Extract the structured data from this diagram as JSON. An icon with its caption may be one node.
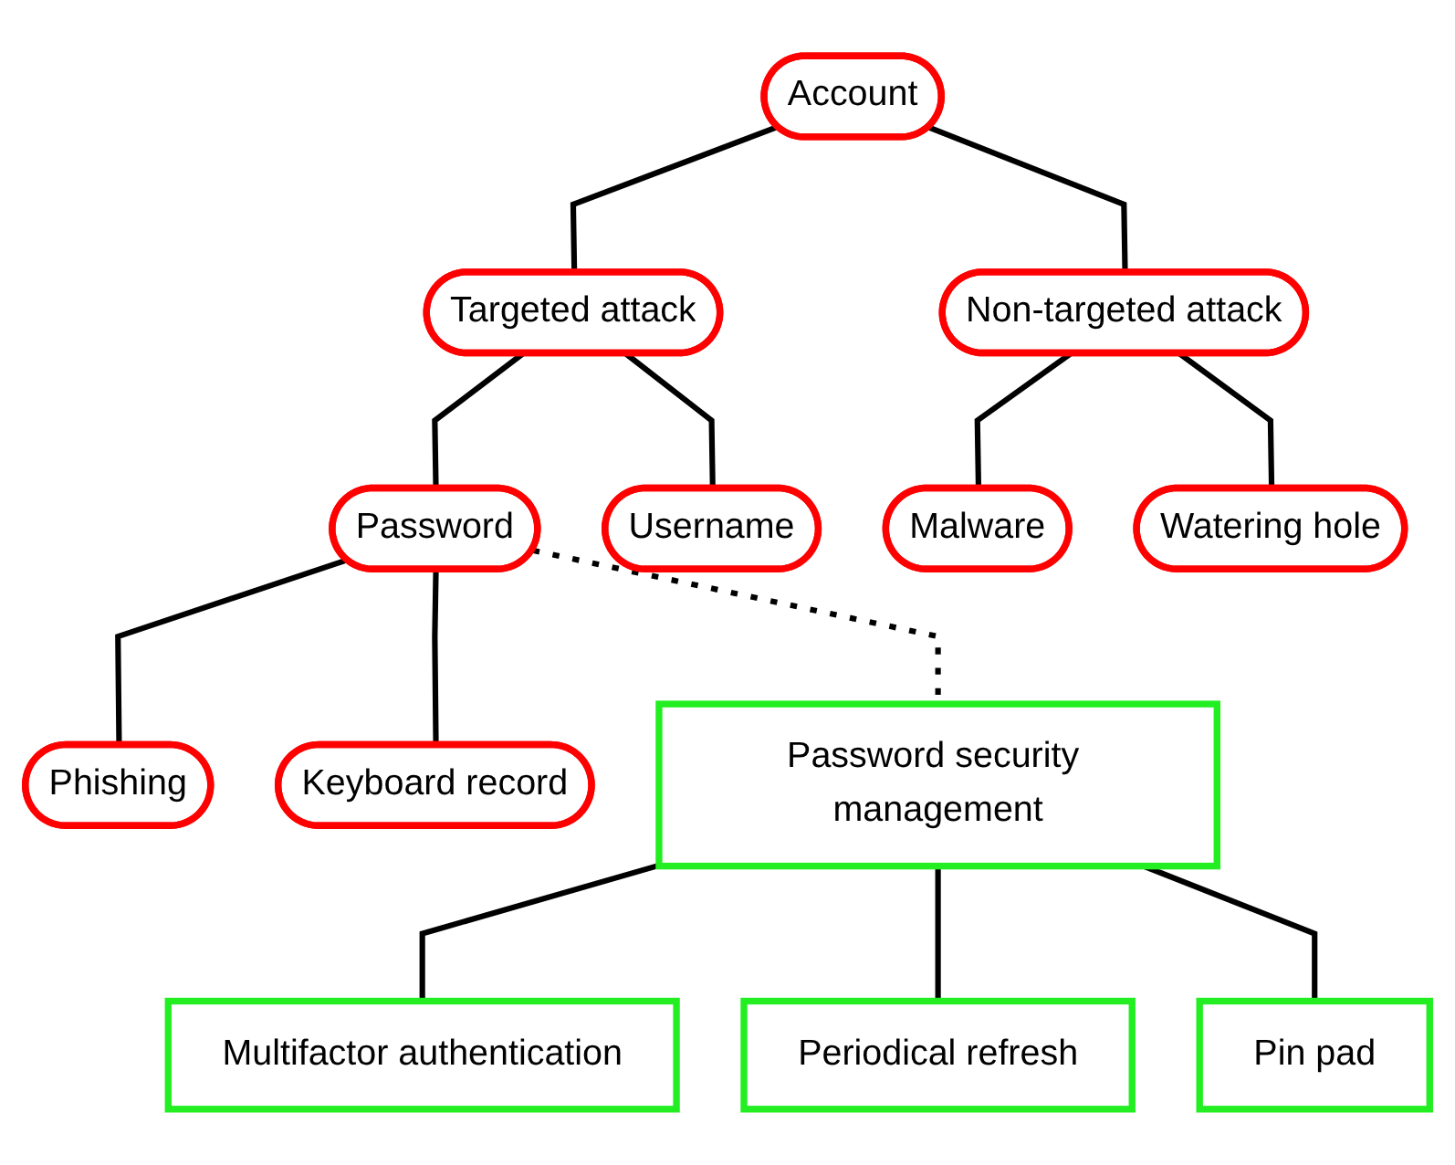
{
  "diagram": {
    "nodes": [
      {
        "text": [
          "Account"
        ]
      },
      {
        "text": [
          "Targeted attack"
        ]
      },
      {
        "text": [
          "Non-targeted attack"
        ]
      },
      {
        "text": [
          "Password"
        ]
      },
      {
        "text": [
          "Username"
        ]
      },
      {
        "text": [
          "Malware"
        ]
      },
      {
        "text": [
          "Watering hole"
        ]
      },
      {
        "text": [
          "Phishing"
        ]
      },
      {
        "text": [
          "Keyboard record"
        ]
      },
      {
        "text": [
          "Password security management"
        ]
      },
      {
        "text": [
          "Multifactor authentication"
        ]
      },
      {
        "text": [
          "Periodical refresh"
        ]
      },
      {
        "text": [
          "Pin pad"
        ]
      }
    ],
    "edges": [
      {
        "from": 0,
        "to": 1,
        "arrow": "none"
      },
      {
        "from": 0,
        "to": 2,
        "arrow": "none"
      },
      {
        "from": 1,
        "to": 3,
        "arrow": "none"
      },
      {
        "from": 1,
        "to": 4,
        "arrow": "none"
      },
      {
        "from": 2,
        "to": 5,
        "arrow": "none"
      },
      {
        "from": 2,
        "to": 6,
        "arrow": "none"
      },
      {
        "from": 3,
        "to": 7,
        "arrow": "none"
      },
      {
        "from": 3,
        "to": 8,
        "arrow": "none"
      },
      {
        "from": 3,
        "to": 9,
        "arrow": "none",
        "style": "dashed"
      },
      {
        "from": 9,
        "to": 10,
        "arrow": "none"
      },
      {
        "from": 9,
        "to": 11,
        "arrow": "none"
      },
      {
        "from": 9,
        "to": 12,
        "arrow": "none"
      }
    ]
  }
}
